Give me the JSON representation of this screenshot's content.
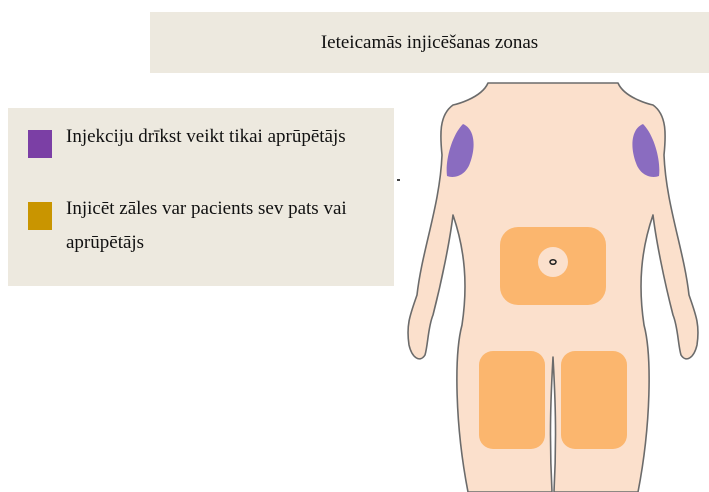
{
  "title": "Ieteicamās injicēšanas zonas",
  "legend": {
    "items": [
      {
        "label": "Injekciju drīkst veikt tikai aprūpētājs",
        "color": "#7b3fa5"
      },
      {
        "label": "Injicēt zāles var pacients sev pats vai aprūpētājs",
        "color": "#c99500"
      }
    ]
  },
  "colors": {
    "panel_background": "#ede9df",
    "skin": "#fbe0cc",
    "outline": "#6b6b6b",
    "caregiver_zone": "#8a6cc0",
    "self_zone": "#fbb66e"
  }
}
